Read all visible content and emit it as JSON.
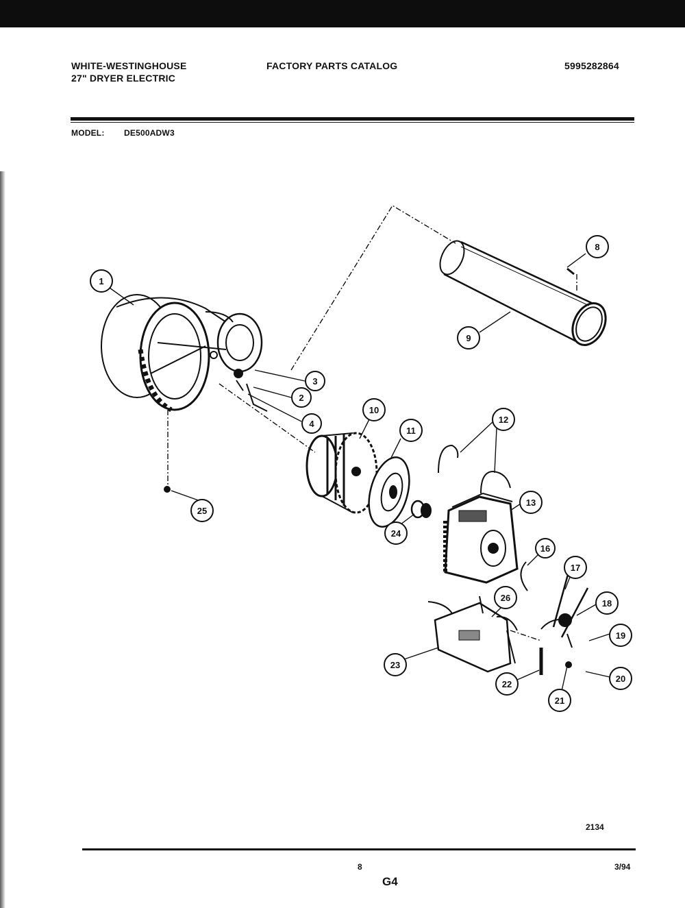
{
  "header": {
    "brand": "WHITE-WESTINGHOUSE",
    "subtitle": "27\" DRYER ELECTRIC",
    "catalog": "FACTORY PARTS CATALOG",
    "part_number": "5995282864",
    "model_label": "MODEL:",
    "model_value": "DE500ADW3"
  },
  "callouts": [
    "1",
    "2",
    "3",
    "4",
    "8",
    "9",
    "10",
    "11",
    "12",
    "13",
    "16",
    "17",
    "18",
    "19",
    "20",
    "21",
    "22",
    "23",
    "24",
    "25",
    "26"
  ],
  "footer": {
    "code_right": "2134",
    "page_number": "8",
    "section": "G4",
    "date": "3/94"
  }
}
